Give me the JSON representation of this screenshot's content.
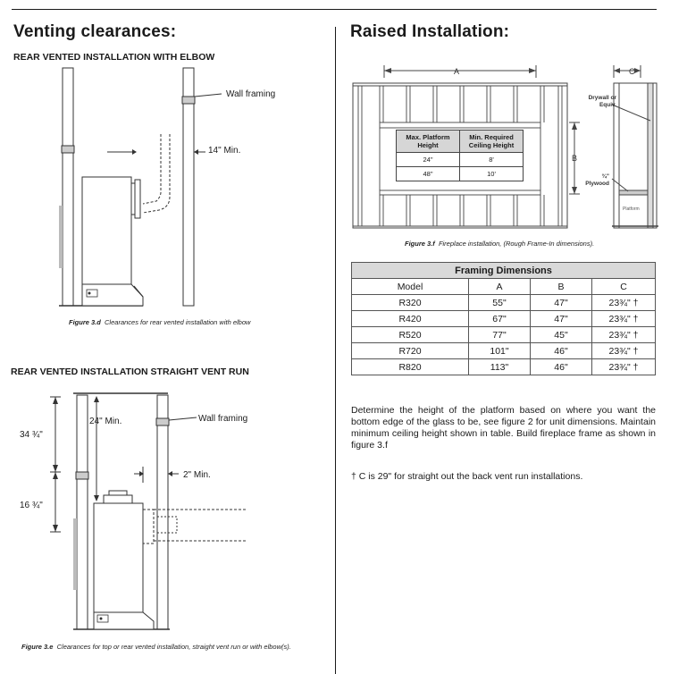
{
  "left": {
    "title": "Venting clearances:",
    "section1": {
      "heading": "REAR VENTED INSTALLATION WITH ELBOW",
      "labels": {
        "wall_framing": "Wall framing",
        "min": "14\" Min."
      },
      "caption_num": "Figure 3.d",
      "caption_text": "Clearances for rear vented installation with elbow"
    },
    "section2": {
      "heading": "REAR VENTED INSTALLATION STRAIGHT VENT RUN",
      "labels": {
        "wall_framing": "Wall framing",
        "top_min": "24\" Min.",
        "side_min": "2\" Min.",
        "dim_upper": "34 ¾\"",
        "dim_lower": "16 ¾\""
      },
      "caption_num": "Figure 3.e",
      "caption_text": "Clearances for top or rear vented installation, straight vent run or with elbow(s)."
    }
  },
  "right": {
    "title": "Raised Installation:",
    "figure": {
      "label_a": "A",
      "label_b": "B",
      "label_c": "C",
      "drywall": "Drywall or Equiv.",
      "plywood": "¾\" Plywood",
      "platform": "Platform",
      "platform_table": {
        "headers": [
          "Max. Platform Height",
          "Min. Required Ceiling Height"
        ],
        "rows": [
          [
            "24\"",
            "8'"
          ],
          [
            "48\"",
            "10'"
          ]
        ]
      },
      "caption_num": "Figure 3.f",
      "caption_text": "Fireplace installation, (Rough Frame-In dimensions)."
    },
    "framing_table": {
      "title": "Framing Dimensions",
      "headers": [
        "Model",
        "A",
        "B",
        "C"
      ],
      "rows": [
        [
          "R320",
          "55\"",
          "47\"",
          "23¾\" †"
        ],
        [
          "R420",
          "67\"",
          "47\"",
          "23¾\" †"
        ],
        [
          "R520",
          "77\"",
          "45\"",
          "23¾\" †"
        ],
        [
          "R720",
          "101\"",
          "46\"",
          "23¾\" †"
        ],
        [
          "R820",
          "113\"",
          "46\"",
          "23¾\" †"
        ]
      ]
    },
    "paragraph": "Determine the height of the platform based on where you want the bottom edge of the glass to be, see figure 2 for unit dimensions. Maintain minimum ceiling height shown in table. Build fireplace frame as shown in figure 3.f",
    "note": "† C is 29\" for straight out the back vent run installations."
  }
}
